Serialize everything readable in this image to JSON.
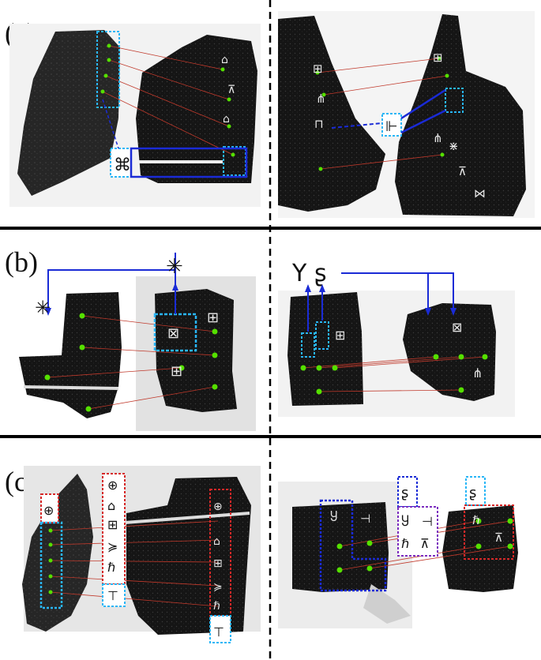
{
  "figure": {
    "panels": [
      {
        "label": "(a)"
      },
      {
        "label": "(b)"
      },
      {
        "label": "(c)"
      }
    ],
    "colors": {
      "match_line": "#c0392b",
      "keypoint": "#55e000",
      "blue_frame": "#1a2bd6",
      "cyan_frame": "#29b6f6",
      "red_frame": "#d62828",
      "purple_frame": "#7b2cbf",
      "bone": "#141414",
      "background": "#ffffff"
    }
  }
}
